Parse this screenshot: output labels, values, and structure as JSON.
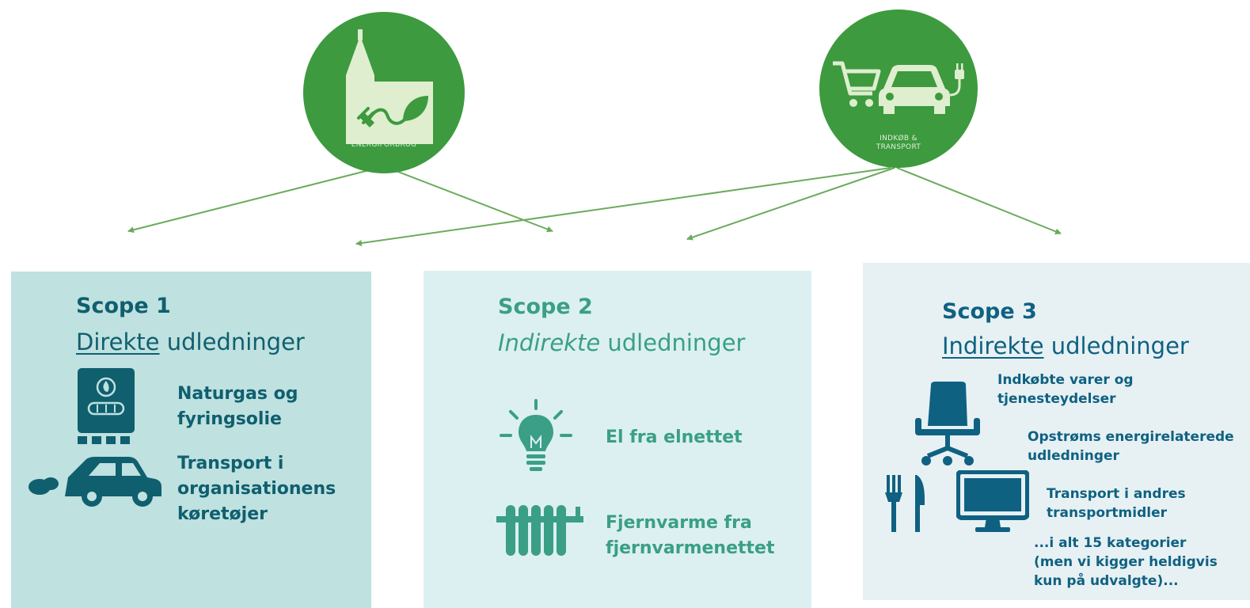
{
  "energy_circle": {
    "label": "ENERGIFORBRUG",
    "icon": "church-plug-leaf-icon"
  },
  "transport_circle": {
    "label_line1": "INDKØB &",
    "label_line2": "TRANSPORT",
    "icon": "cart-car-plug-icon"
  },
  "colors": {
    "green": "#3d9a3f",
    "arrow": "#6bab5c",
    "scope1_bg": "#bfe1df",
    "scope2_bg": "#dcf0f1",
    "scope3_bg": "#e7f1f3",
    "scope1_text": "#0f5f6f",
    "scope2_text": "#3a9f86",
    "scope3_text": "#0f6182"
  },
  "scope1": {
    "title": "Scope 1",
    "subtitle_em": "Direkte",
    "subtitle_rest": " udledninger",
    "item1_line1": "Naturgas og",
    "item1_line2": "fyringsolie",
    "item2_line1": "Transport i",
    "item2_line2": "organisationens",
    "item2_line3": "køretøjer"
  },
  "scope2": {
    "title": "Scope 2",
    "subtitle_em": "Indirekte",
    "subtitle_rest": " udledninger",
    "item1": "El fra elnettet",
    "item2_line1": "Fjernvarme fra",
    "item2_line2": "fjernvarmenettet"
  },
  "scope3": {
    "title": "Scope 3",
    "subtitle_em": "Indirekte",
    "subtitle_rest": " udledninger",
    "item1_line1": "Indkøbte varer og",
    "item1_line2": "tjenesteydelser",
    "item2_line1": "Opstrøms energirelaterede",
    "item2_line2": "udledninger",
    "item3_line1": "Transport i andres",
    "item3_line2": "transportmidler",
    "note_line1": "...i alt 15 kategorier",
    "note_line2": "(men vi kigger heldigvis",
    "note_line3": "kun på udvalgte)..."
  }
}
